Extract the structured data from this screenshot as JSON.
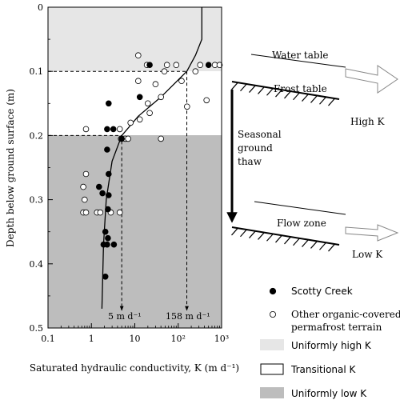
{
  "chart_data": {
    "type": "scatter",
    "x_scale": "log",
    "xlim": [
      0.1,
      1000
    ],
    "ylim": [
      0,
      0.5
    ],
    "y_inverted": true,
    "xlabel": "Saturated hydraulic conductivity, K (m d⁻¹)",
    "ylabel": "Depth below ground surface (m)",
    "x_ticks": [
      "0.1",
      "1",
      "10",
      "10²",
      "10³"
    ],
    "y_ticks": [
      "0",
      "0.1",
      "0.2",
      "0.3",
      "0.4",
      "0.5"
    ],
    "grid": false,
    "zones": [
      {
        "name": "Uniformly high K",
        "depth_range": [
          0,
          0.1
        ],
        "color": "#e6e6e6"
      },
      {
        "name": "Transitional K",
        "depth_range": [
          0.1,
          0.2
        ],
        "color": "#ffffff"
      },
      {
        "name": "Uniformly low K",
        "depth_range": [
          0.2,
          0.5
        ],
        "color": "#bdbdbd"
      }
    ],
    "series": [
      {
        "name": "Scotty Creek",
        "marker": "filled-circle",
        "points": [
          {
            "x": 2.5,
            "y": 0.15
          },
          {
            "x": 2.3,
            "y": 0.19
          },
          {
            "x": 3.2,
            "y": 0.19
          },
          {
            "x": 5.0,
            "y": 0.205
          },
          {
            "x": 2.3,
            "y": 0.222
          },
          {
            "x": 13,
            "y": 0.14
          },
          {
            "x": 22,
            "y": 0.09
          },
          {
            "x": 500,
            "y": 0.09
          },
          {
            "x": 2.5,
            "y": 0.26
          },
          {
            "x": 1.5,
            "y": 0.28
          },
          {
            "x": 1.8,
            "y": 0.29
          },
          {
            "x": 2.5,
            "y": 0.293
          },
          {
            "x": 2.4,
            "y": 0.315
          },
          {
            "x": 1.9,
            "y": 0.37
          },
          {
            "x": 2.1,
            "y": 0.35
          },
          {
            "x": 2.4,
            "y": 0.36
          },
          {
            "x": 2.3,
            "y": 0.37
          },
          {
            "x": 3.3,
            "y": 0.37
          },
          {
            "x": 2.1,
            "y": 0.42
          }
        ]
      },
      {
        "name": "Other organic-covered, permafrost terrain",
        "marker": "open-circle",
        "points": [
          {
            "x": 12,
            "y": 0.075
          },
          {
            "x": 19,
            "y": 0.09
          },
          {
            "x": 55,
            "y": 0.09
          },
          {
            "x": 90,
            "y": 0.09
          },
          {
            "x": 12,
            "y": 0.115
          },
          {
            "x": 48,
            "y": 0.1
          },
          {
            "x": 320,
            "y": 0.09
          },
          {
            "x": 700,
            "y": 0.09
          },
          {
            "x": 900,
            "y": 0.09
          },
          {
            "x": 250,
            "y": 0.1
          },
          {
            "x": 120,
            "y": 0.115
          },
          {
            "x": 30,
            "y": 0.12
          },
          {
            "x": 40,
            "y": 0.14
          },
          {
            "x": 20,
            "y": 0.15
          },
          {
            "x": 22,
            "y": 0.165
          },
          {
            "x": 450,
            "y": 0.145
          },
          {
            "x": 160,
            "y": 0.155
          },
          {
            "x": 13,
            "y": 0.175
          },
          {
            "x": 8,
            "y": 0.18
          },
          {
            "x": 4.5,
            "y": 0.19
          },
          {
            "x": 0.75,
            "y": 0.19
          },
          {
            "x": 4.8,
            "y": 0.205
          },
          {
            "x": 6,
            "y": 0.205
          },
          {
            "x": 7,
            "y": 0.205
          },
          {
            "x": 40,
            "y": 0.205
          },
          {
            "x": 0.75,
            "y": 0.26
          },
          {
            "x": 0.65,
            "y": 0.28
          },
          {
            "x": 0.7,
            "y": 0.3
          },
          {
            "x": 0.65,
            "y": 0.32
          },
          {
            "x": 0.75,
            "y": 0.32
          },
          {
            "x": 1.35,
            "y": 0.32
          },
          {
            "x": 1.6,
            "y": 0.32
          },
          {
            "x": 2.8,
            "y": 0.32
          },
          {
            "x": 4.5,
            "y": 0.32
          }
        ]
      }
    ],
    "fit_curve": {
      "name": "K profile",
      "points": [
        {
          "x": 350,
          "y": 0.0
        },
        {
          "x": 350,
          "y": 0.05
        },
        {
          "x": 250,
          "y": 0.075
        },
        {
          "x": 158,
          "y": 0.1
        },
        {
          "x": 40,
          "y": 0.14
        },
        {
          "x": 12,
          "y": 0.17
        },
        {
          "x": 5,
          "y": 0.2
        },
        {
          "x": 3,
          "y": 0.24
        },
        {
          "x": 2.2,
          "y": 0.3
        },
        {
          "x": 1.9,
          "y": 0.37
        },
        {
          "x": 1.75,
          "y": 0.47
        }
      ]
    },
    "reference_lines": [
      {
        "x": 5,
        "y": 0.2,
        "label": "5 m d⁻¹"
      },
      {
        "x": 158,
        "y": 0.1,
        "label": "158 m d⁻¹"
      }
    ],
    "legend": {
      "placement": "bottom-right",
      "items": [
        {
          "label": "Scotty Creek",
          "symbol": "filled-circle"
        },
        {
          "label_lines": [
            "Other organic-covered,",
            "permafrost terrain"
          ],
          "symbol": "open-circle"
        },
        {
          "label": "Uniformly high K",
          "symbol": "light-box"
        },
        {
          "label": "Transitional K",
          "symbol": "white-box"
        },
        {
          "label": "Uniformly low K",
          "symbol": "dark-box"
        }
      ]
    }
  },
  "schematic": {
    "water_table_label": "Water table",
    "frost_table_label": "Frost table",
    "high_k_label": "High K",
    "thaw_label_lines": [
      "Seasonal",
      "ground",
      "thaw"
    ],
    "flow_zone_label": "Flow zone",
    "low_k_label": "Low K"
  }
}
